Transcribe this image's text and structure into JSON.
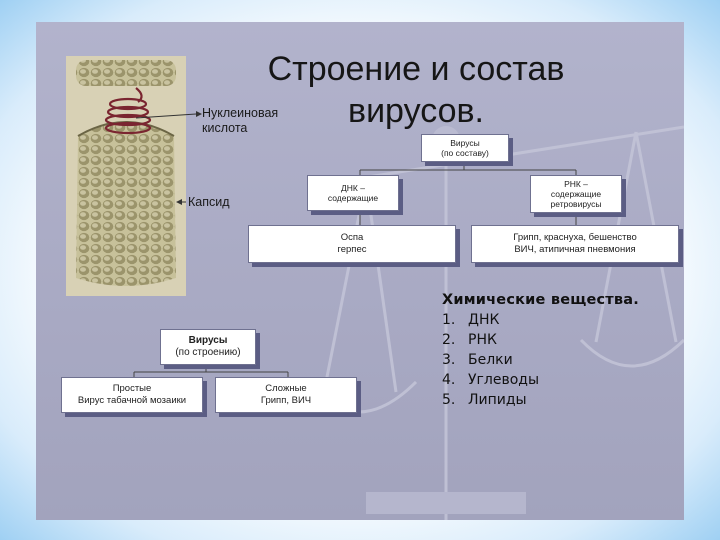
{
  "slide": {
    "title_line1": "Строение и состав",
    "title_line2": "вирусов."
  },
  "figure": {
    "label_nucleic": "Нуклеиновая кислота",
    "label_capsid": "Капсид"
  },
  "composition_tree": {
    "root_line1": "Вирусы",
    "root_line2": "(по составу)",
    "dna_line1": "ДНК –",
    "dna_line2": "содержащие",
    "rna_line1": "РНК –",
    "rna_line2": "содержащие",
    "rna_line3": "ретровирусы",
    "dna_examples_line1": "Оспа",
    "dna_examples_line2": "герпес",
    "rna_examples_line1": "Грипп, краснуха, бешенство",
    "rna_examples_line2": "ВИЧ, атипичная пневмония"
  },
  "structure_tree": {
    "root_line1": "Вирусы",
    "root_line2": "(по строению)",
    "simple_line1": "Простые",
    "simple_line2": "Вирус табачной мозаики",
    "complex_line1": "Сложные",
    "complex_line2": "Грипп, ВИЧ"
  },
  "chemicals": {
    "title": "Химические вещества.",
    "items": [
      {
        "num": "1.",
        "text": "ДНК"
      },
      {
        "num": "2.",
        "text": "РНК"
      },
      {
        "num": "3.",
        "text": "Белки"
      },
      {
        "num": "4.",
        "text": "Углеводы"
      },
      {
        "num": "5.",
        "text": "Липиды"
      }
    ]
  }
}
